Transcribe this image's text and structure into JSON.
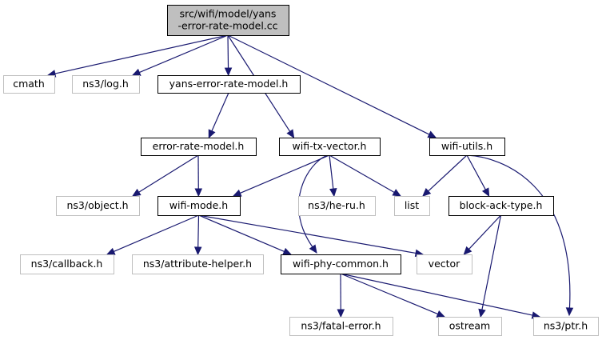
{
  "colors": {
    "edge": "#191970",
    "root_fill": "#bfbfbf",
    "root_border": "#000000",
    "documented_fill": "#ffffff",
    "documented_border": "#000000",
    "external_fill": "#ffffff",
    "external_border": "#bfbfbf",
    "external_text": "#000000"
  },
  "nodes": [
    {
      "id": "root",
      "lines": [
        "src/wifi/model/yans",
        "-error-rate-model.cc"
      ],
      "kind": "root"
    },
    {
      "id": "cmath",
      "lines": [
        "cmath"
      ],
      "kind": "external"
    },
    {
      "id": "log",
      "lines": [
        "ns3/log.h"
      ],
      "kind": "external"
    },
    {
      "id": "yans",
      "lines": [
        "yans-error-rate-model.h"
      ],
      "kind": "documented"
    },
    {
      "id": "erm",
      "lines": [
        "error-rate-model.h"
      ],
      "kind": "documented"
    },
    {
      "id": "txv",
      "lines": [
        "wifi-tx-vector.h"
      ],
      "kind": "documented"
    },
    {
      "id": "utils",
      "lines": [
        "wifi-utils.h"
      ],
      "kind": "documented"
    },
    {
      "id": "object",
      "lines": [
        "ns3/object.h"
      ],
      "kind": "external"
    },
    {
      "id": "mode",
      "lines": [
        "wifi-mode.h"
      ],
      "kind": "documented"
    },
    {
      "id": "heru",
      "lines": [
        "ns3/he-ru.h"
      ],
      "kind": "external"
    },
    {
      "id": "list",
      "lines": [
        "list"
      ],
      "kind": "external"
    },
    {
      "id": "bat",
      "lines": [
        "block-ack-type.h"
      ],
      "kind": "documented"
    },
    {
      "id": "callback",
      "lines": [
        "ns3/callback.h"
      ],
      "kind": "external"
    },
    {
      "id": "attr",
      "lines": [
        "ns3/attribute-helper.h"
      ],
      "kind": "external"
    },
    {
      "id": "phy",
      "lines": [
        "wifi-phy-common.h"
      ],
      "kind": "documented"
    },
    {
      "id": "vector",
      "lines": [
        "vector"
      ],
      "kind": "external"
    },
    {
      "id": "fatal",
      "lines": [
        "ns3/fatal-error.h"
      ],
      "kind": "external"
    },
    {
      "id": "ostream",
      "lines": [
        "ostream"
      ],
      "kind": "external"
    },
    {
      "id": "ptr",
      "lines": [
        "ns3/ptr.h"
      ],
      "kind": "external"
    }
  ],
  "edges": [
    {
      "from": "root",
      "to": "cmath"
    },
    {
      "from": "root",
      "to": "log"
    },
    {
      "from": "root",
      "to": "yans"
    },
    {
      "from": "root",
      "to": "txv"
    },
    {
      "from": "root",
      "to": "utils"
    },
    {
      "from": "yans",
      "to": "erm"
    },
    {
      "from": "erm",
      "to": "object"
    },
    {
      "from": "erm",
      "to": "mode"
    },
    {
      "from": "txv",
      "to": "mode"
    },
    {
      "from": "txv",
      "to": "heru"
    },
    {
      "from": "txv",
      "to": "list"
    },
    {
      "from": "txv",
      "to": "phy"
    },
    {
      "from": "utils",
      "to": "list"
    },
    {
      "from": "utils",
      "to": "bat"
    },
    {
      "from": "utils",
      "to": "ptr"
    },
    {
      "from": "mode",
      "to": "callback"
    },
    {
      "from": "mode",
      "to": "attr"
    },
    {
      "from": "mode",
      "to": "phy"
    },
    {
      "from": "mode",
      "to": "vector"
    },
    {
      "from": "bat",
      "to": "vector"
    },
    {
      "from": "bat",
      "to": "ostream"
    },
    {
      "from": "phy",
      "to": "fatal"
    },
    {
      "from": "phy",
      "to": "ostream"
    },
    {
      "from": "phy",
      "to": "ptr"
    }
  ]
}
